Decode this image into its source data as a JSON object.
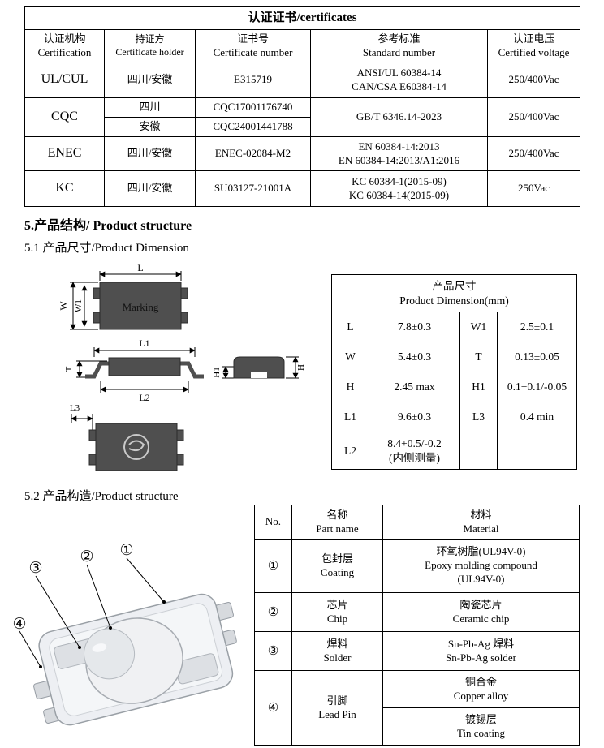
{
  "certificates": {
    "title": "认证证书/certificates",
    "headers": {
      "certification": "认证机构\nCertification",
      "holder": "持证方\nCertificate holder",
      "number": "证书号\nCertificate number",
      "standard": "参考标准\nStandard number",
      "voltage": "认证电压\nCertified voltage"
    },
    "rows": {
      "ulcul": {
        "certification": "UL/CUL",
        "holder": "四川/安徽",
        "number": "E315719",
        "standard": "ANSI/UL 60384-14\nCAN/CSA  E60384-14",
        "voltage": "250/400Vac"
      },
      "cqc": {
        "certification": "CQC",
        "holder1": "四川",
        "holder2": "安徽",
        "number1": "CQC17001176740",
        "number2": "CQC24001441788",
        "standard": "GB/T 6346.14-2023",
        "voltage": "250/400Vac"
      },
      "enec": {
        "certification": "ENEC",
        "holder": "四川/安徽",
        "number": "ENEC-02084-M2",
        "standard": "EN 60384-14:2013\nEN 60384-14:2013/A1:2016",
        "voltage": "250/400Vac"
      },
      "kc": {
        "certification": "KC",
        "holder": "四川/安徽",
        "number": "SU03127-21001A",
        "standard": "KC 60384-1(2015-09)\nKC 60384-14(2015-09)",
        "voltage": "250Vac"
      }
    }
  },
  "sections": {
    "s5": "5.产品结构/ Product structure",
    "s51": "5.1 产品尺寸/Product Dimension",
    "s52": "5.2  产品构造/Product structure"
  },
  "dimension_table": {
    "title": "产品尺寸\nProduct Dimension(mm)",
    "rows": [
      {
        "k1": "L",
        "v1": "7.8±0.3",
        "k2": "W1",
        "v2": "2.5±0.1"
      },
      {
        "k1": "W",
        "v1": "5.4±0.3",
        "k2": "T",
        "v2": "0.13±0.05"
      },
      {
        "k1": "H",
        "v1": "2.45 max",
        "k2": "H1",
        "v2": "0.1+0.1/-0.05"
      },
      {
        "k1": "L1",
        "v1": "9.6±0.3",
        "k2": "L3",
        "v2": "0.4 min"
      },
      {
        "k1": "L2",
        "v1": "8.4+0.5/-0.2\n(内侧测量)",
        "k2": "",
        "v2": ""
      }
    ]
  },
  "drawings": {
    "marking_label": "Marking",
    "dim_L": "L",
    "dim_W": "W",
    "dim_W1": "W1",
    "dim_L1": "L1",
    "dim_L2": "L2",
    "dim_L3": "L3",
    "dim_T": "T",
    "dim_H": "H",
    "dim_H1": "H1"
  },
  "parts_table": {
    "headers": {
      "no": "No.",
      "part": "名称\nPart name",
      "material": "材料\nMaterial"
    },
    "rows": [
      {
        "no": "①",
        "part": "包封层\nCoating",
        "material": "环氧树脂(UL94V-0)\nEpoxy molding compound\n(UL94V-0)"
      },
      {
        "no": "②",
        "part": "芯片\nChip",
        "material": "陶瓷芯片\nCeramic chip"
      },
      {
        "no": "③",
        "part": "焊料\nSolder",
        "material": "Sn-Pb-Ag 焊料\nSn-Pb-Ag solder"
      },
      {
        "no": "④",
        "part": "引脚\nLead Pin",
        "material1": "铜合金\nCopper alloy",
        "material2": "镀锡层\nTin coating"
      }
    ]
  }
}
